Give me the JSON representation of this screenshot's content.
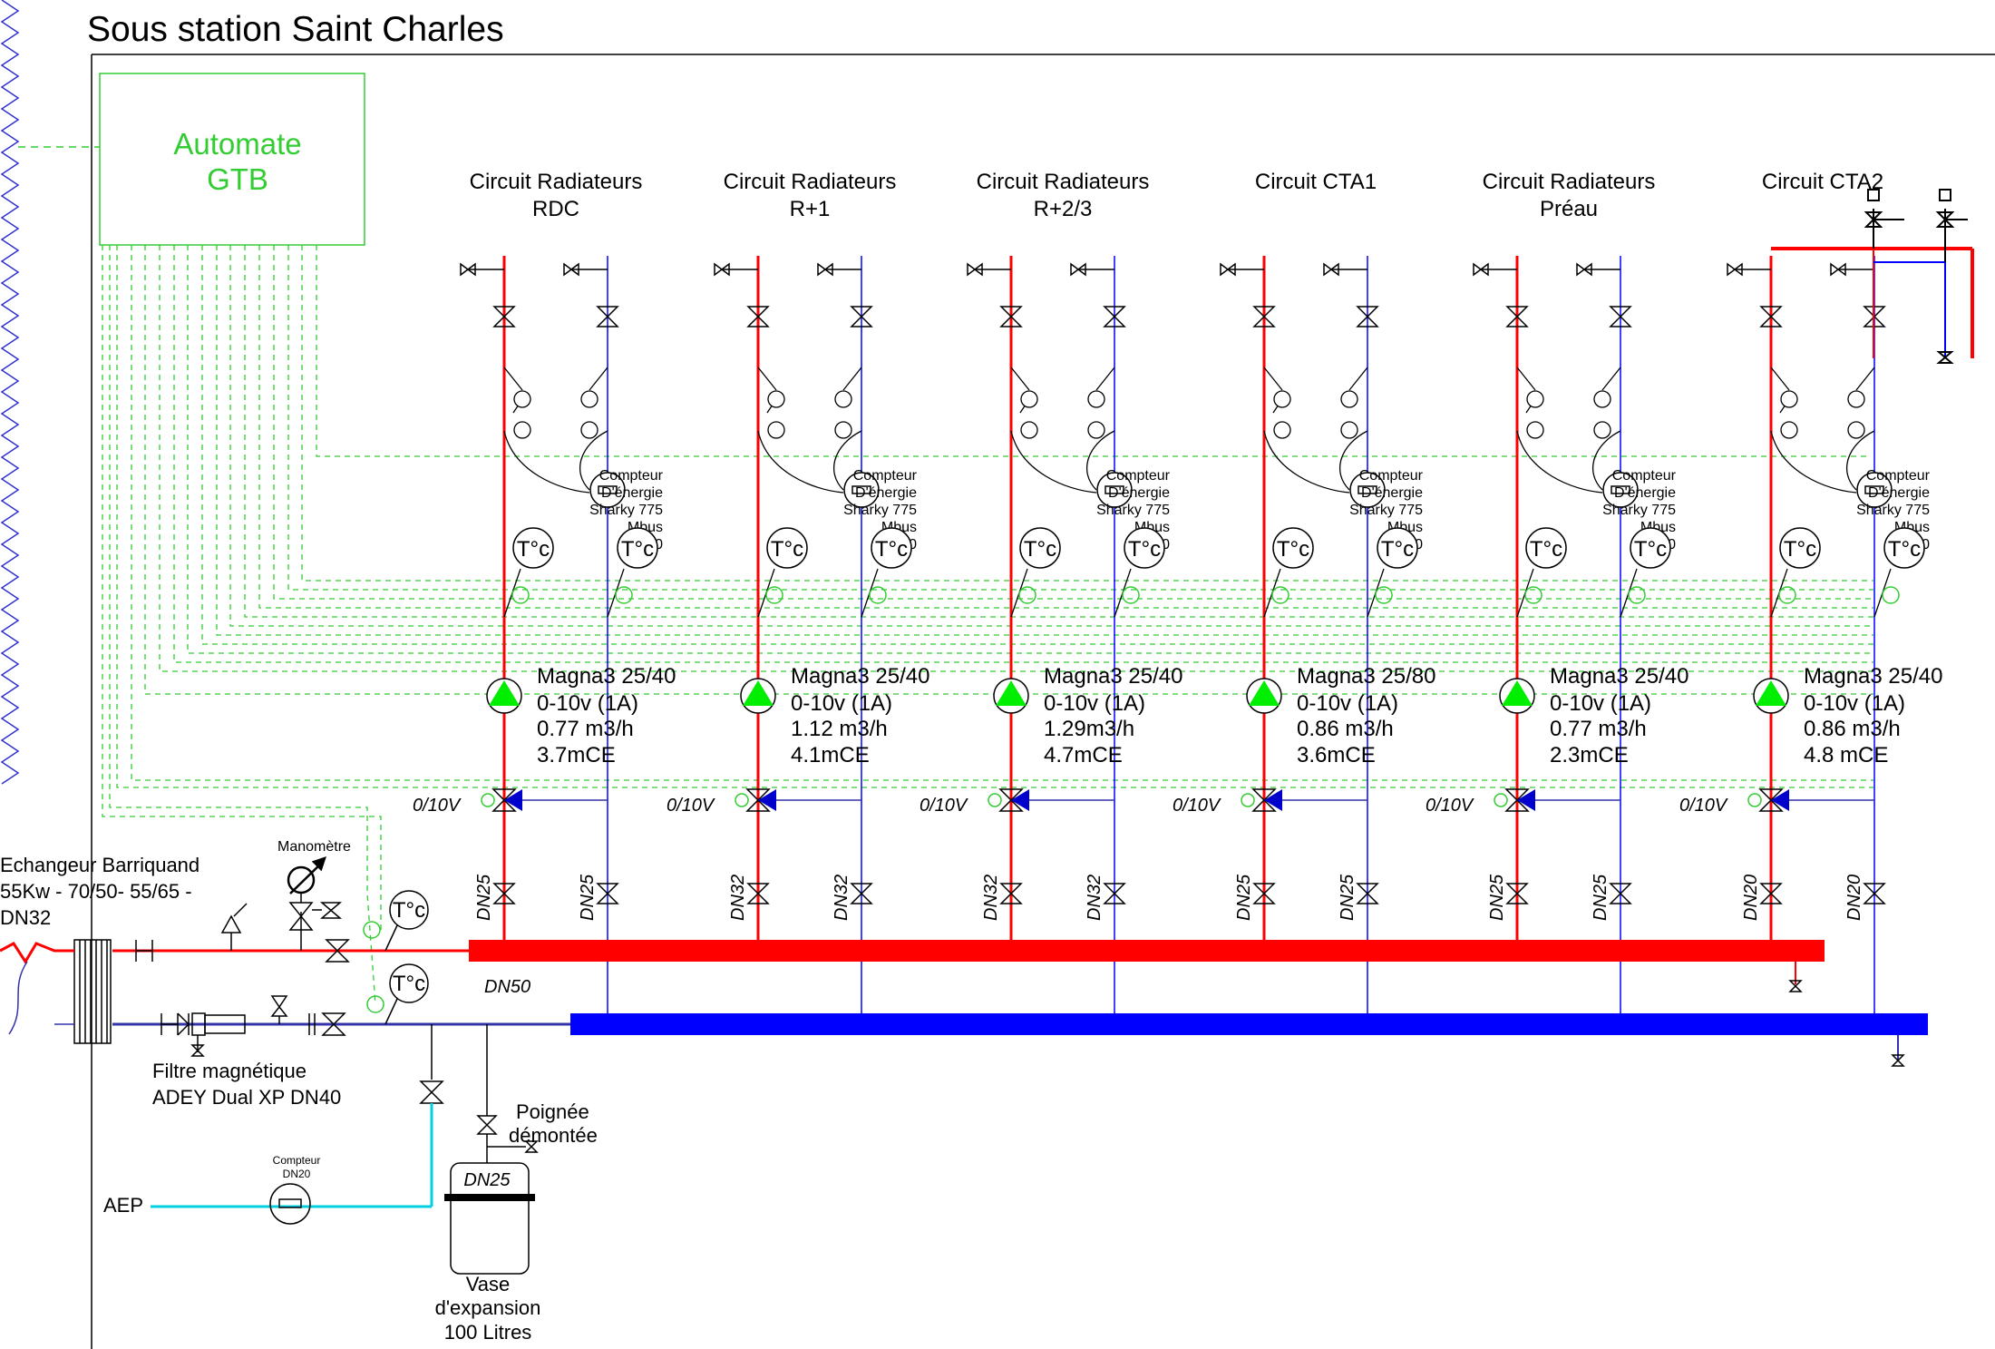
{
  "title": "Sous station Saint Charles",
  "automate": {
    "line1": "Automate",
    "line2": "GTB"
  },
  "colors": {
    "supply": "#ff0000",
    "return": "#0000ff",
    "control": "#33cc33",
    "water": "#00d0e0"
  },
  "circuits": [
    {
      "name1": "Circuit Radiateurs",
      "name2": "RDC",
      "pump_model": "Magna3 25/40",
      "pump_signal": "0-10v (1A)",
      "flow": "0.77 m3/h",
      "head": "3.7mCE",
      "dn": "DN25",
      "valve_signal": "0/10V"
    },
    {
      "name1": "Circuit Radiateurs",
      "name2": "R+1",
      "pump_model": "Magna3 25/40",
      "pump_signal": "0-10v (1A)",
      "flow": "1.12 m3/h",
      "head": "4.1mCE",
      "dn": "DN32",
      "valve_signal": "0/10V"
    },
    {
      "name1": "Circuit Radiateurs",
      "name2": "R+2/3",
      "pump_model": "Magna3 25/40",
      "pump_signal": "0-10v (1A)",
      "flow": "1.29m3/h",
      "head": "4.7mCE",
      "dn": "DN32",
      "valve_signal": "0/10V"
    },
    {
      "name1": "Circuit CTA1",
      "name2": "",
      "pump_model": "Magna3 25/80",
      "pump_signal": "0-10v (1A)",
      "flow": "0.86 m3/h",
      "head": "3.6mCE",
      "dn": "DN25",
      "valve_signal": "0/10V"
    },
    {
      "name1": "Circuit Radiateurs",
      "name2": "Préau",
      "pump_model": "Magna3 25/40",
      "pump_signal": "0-10v (1A)",
      "flow": "0.77 m3/h",
      "head": "2.3mCE",
      "dn": "DN25",
      "valve_signal": "0/10V"
    },
    {
      "name1": "Circuit CTA2",
      "name2": "",
      "pump_model": "Magna3 25/40",
      "pump_signal": "0-10v (1A)",
      "flow": "0.86 m3/h",
      "head": "4.8 mCE",
      "dn": "DN20",
      "valve_signal": "0/10V"
    }
  ],
  "meter": {
    "line1": "Compteur",
    "line2": "D'énergie",
    "line3": "Sharky 775",
    "line4": "Mbus",
    "line5": "DN20"
  },
  "temp_label": "T°c",
  "exchanger": {
    "line1": "Echangeur Barriquand",
    "line2": "55Kw - 70/50- 55/65 -",
    "line3": "DN32"
  },
  "manometre": "Manomètre",
  "collector_dn": "DN50",
  "filter": {
    "line1": "Filtre magnétique",
    "line2": "ADEY Dual XP DN40"
  },
  "aep": "AEP",
  "water_meter": {
    "line1": "Compteur",
    "line2": "DN20"
  },
  "handle": {
    "line1": "Poignée",
    "line2": "démontée"
  },
  "vessel": {
    "dn": "DN25",
    "line1": "Vase",
    "line2": "d'expansion",
    "line3": "100 Litres"
  }
}
